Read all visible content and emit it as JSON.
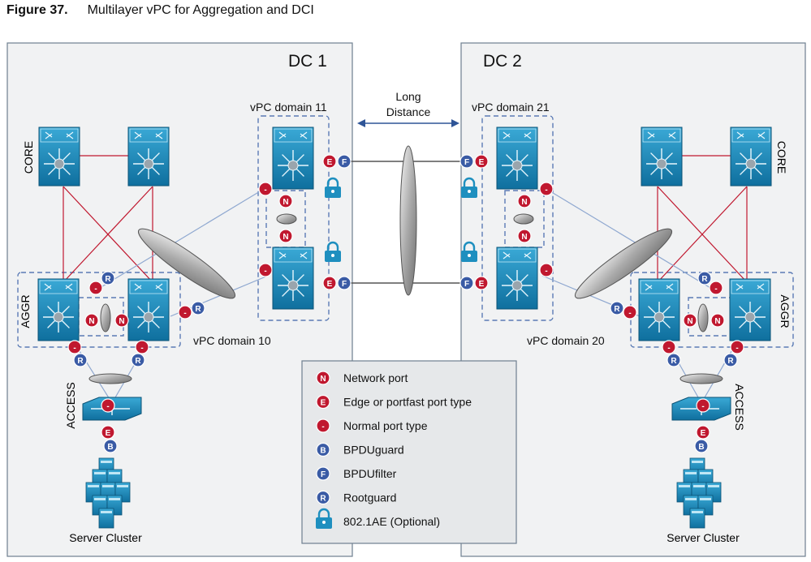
{
  "figure": {
    "number": "Figure 37.",
    "title": "Multilayer vPC for Aggregation and DCI"
  },
  "dc1": {
    "title": "DC 1",
    "vpc_domain_top": "vPC domain 11",
    "vpc_domain_bottom": "vPC domain 10",
    "core_label": "CORE",
    "aggr_label": "AGGR",
    "access_label": "ACCESS",
    "server_label": "Server Cluster"
  },
  "dc2": {
    "title": "DC 2",
    "vpc_domain_top": "vPC domain 21",
    "vpc_domain_bottom": "vPC domain 20",
    "core_label": "CORE",
    "aggr_label": "AGGR",
    "access_label": "ACCESS",
    "server_label": "Server Cluster"
  },
  "interconnect": {
    "line1": "Long",
    "line2": "Distance"
  },
  "legend": {
    "items": [
      {
        "glyph": "N",
        "label": "Network port",
        "color": "#c0182f"
      },
      {
        "glyph": "E",
        "label": "Edge or portfast port type",
        "color": "#c0182f"
      },
      {
        "glyph": "-",
        "label": "Normal port type",
        "color": "#c0182f"
      },
      {
        "glyph": "B",
        "label": "BPDUguard",
        "color": "#3a5ba5"
      },
      {
        "glyph": "F",
        "label": "BPDUfilter",
        "color": "#3a5ba5"
      },
      {
        "glyph": "R",
        "label": "Rootguard",
        "color": "#3a5ba5"
      },
      {
        "glyph": "lock",
        "label": "802.1AE (Optional)",
        "color": "#1e8fbf"
      }
    ]
  },
  "colors": {
    "red_port": "#c0182f",
    "blue_port": "#3a5ba5",
    "switch": "#1e8fbf",
    "panel_bg": "#f1f2f3",
    "panel_border": "#6e7f8f",
    "red_link": "#c0182f",
    "blue_link": "#8fa8d0"
  }
}
